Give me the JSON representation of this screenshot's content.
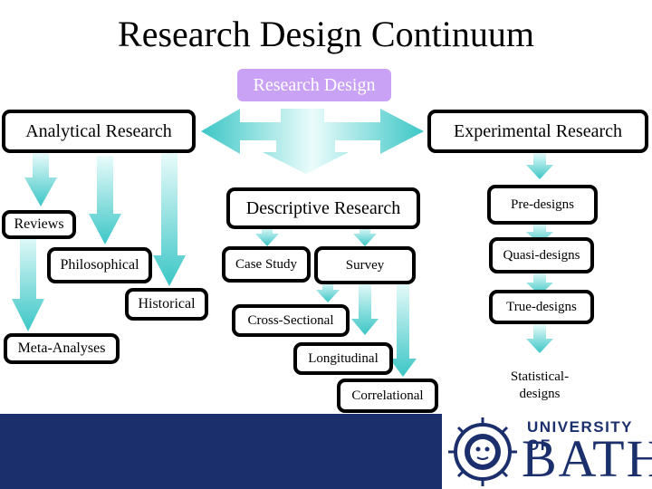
{
  "title": "Research Design Continuum",
  "nodes": {
    "research_design": "Research Design",
    "analytical": "Analytical Research",
    "experimental": "Experimental Research",
    "descriptive": "Descriptive Research",
    "reviews": "Reviews",
    "philosophical": "Philosophical",
    "historical": "Historical",
    "meta_analyses": "Meta-Analyses",
    "case_study": "Case Study",
    "survey": "Survey",
    "cross_sectional": "Cross-Sectional",
    "longitudinal": "Longitudinal",
    "correlational": "Correlational",
    "pre_designs": "Pre-designs",
    "quasi_designs": "Quasi-designs",
    "true_designs": "True-designs",
    "statistical_designs": "Statistical-designs"
  },
  "logo": {
    "line1": "UNIVERSITY OF",
    "line2": "BATH"
  },
  "colors": {
    "arrow_light": "#e8fbfa",
    "arrow_dark": "#38c4c4",
    "top_node": "#c9a2f5",
    "footer": "#1a2f6c"
  }
}
